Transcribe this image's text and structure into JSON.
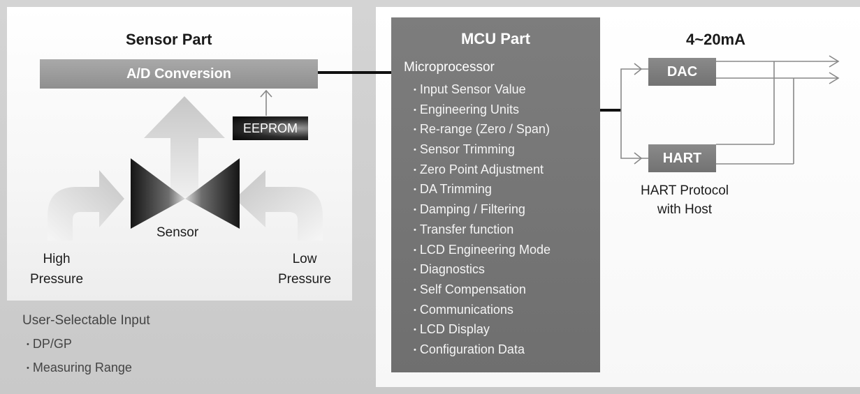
{
  "sensor_part": {
    "title": "Sensor Part",
    "ad_conversion": "A/D Conversion",
    "eeprom": "EEPROM",
    "sensor_label": "Sensor",
    "high_pressure": [
      "High",
      "Pressure"
    ],
    "low_pressure": [
      "Low",
      "Pressure"
    ]
  },
  "user_input": {
    "title": "User-Selectable Input",
    "items": [
      "DP/GP",
      "Measuring Range"
    ]
  },
  "mcu_part": {
    "title": "MCU Part",
    "subtitle": "Microprocessor",
    "functions": [
      "Input Sensor Value",
      "Engineering Units",
      "Re-range (Zero / Span)",
      "Sensor Trimming",
      "Zero Point Adjustment",
      "DA Trimming",
      "Damping / Filtering",
      "Transfer function",
      "LCD Engineering Mode",
      "Diagnostics",
      "Self Compensation",
      "Communications",
      "LCD Display",
      "Configuration Data"
    ]
  },
  "output": {
    "title": "4~20mA",
    "dac": "DAC",
    "hart": "HART",
    "hart_protocol": [
      "HART Protocol",
      "with Host"
    ]
  }
}
